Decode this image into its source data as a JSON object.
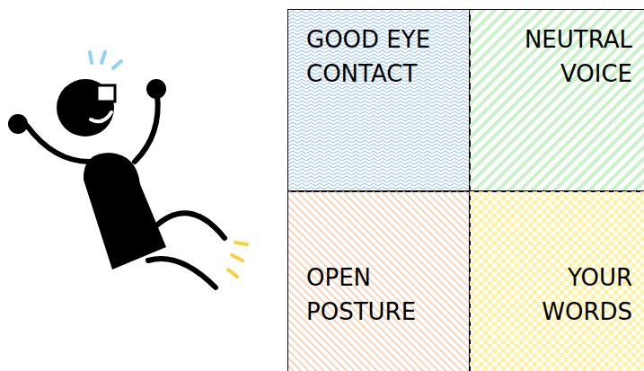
{
  "diagram": {
    "nodes": [
      {
        "text": [
          "GOOD EYE CONTACT"
        ]
      },
      {
        "text": [
          "NEUTRAL VOICE"
        ]
      },
      {
        "text": [
          "OPEN POSTURE"
        ]
      },
      {
        "text": [
          "YOUR WORDS"
        ]
      }
    ]
  }
}
